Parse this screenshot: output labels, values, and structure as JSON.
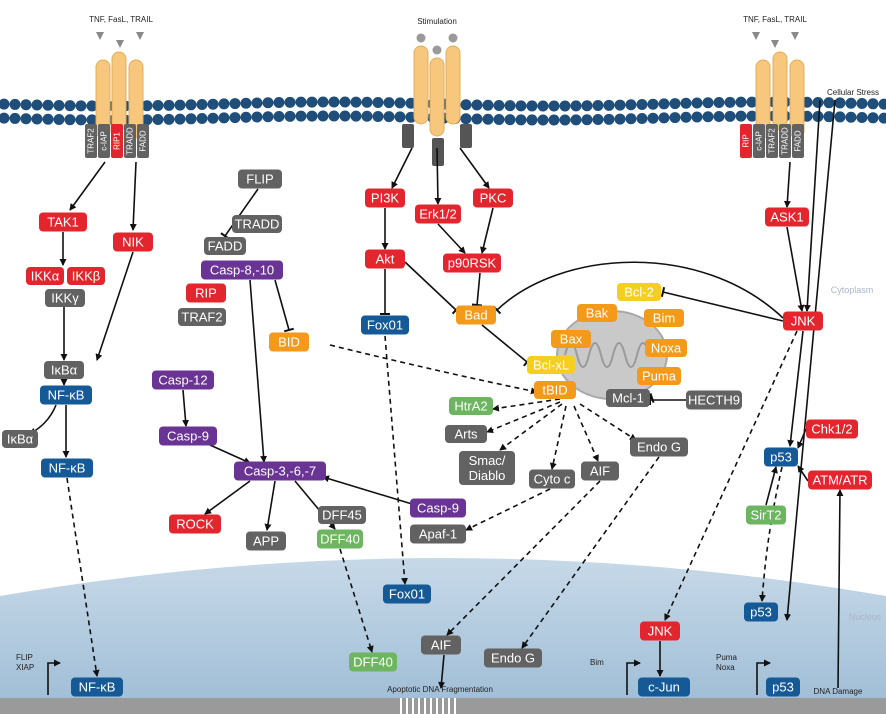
{
  "diagram": {
    "ligands": {
      "left": "TNF, FasL, TRAIL",
      "center": "Stimulation",
      "right": "TNF, FasL, TRAIL",
      "stress": "Cellular Stress"
    },
    "regions": {
      "cytoplasm": "Cytoplasm",
      "nucleus": "Nucleus"
    },
    "receptor_labels": {
      "left": [
        "TRAF2",
        "c-IAP",
        "RIP1",
        "TRADD",
        "FADD"
      ],
      "right": [
        "RIP",
        "c-IAP",
        "TRAF2",
        "TRADD",
        "FADD"
      ]
    },
    "nodes": {
      "tak1": "TAK1",
      "nik": "NIK",
      "ikka": "IKKα",
      "ikkb": "IKKβ",
      "ikkg": "IKKγ",
      "ikba1": "IκBα",
      "nfkb1": "NF-κB",
      "ikba2": "IκBα",
      "nfkb2": "NF-κB",
      "nfkb3": "NF-κB",
      "flip": "FLIP",
      "tradd": "TRADD",
      "fadd": "FADD",
      "casp810": "Casp-8,-10",
      "rip": "RIP",
      "traf2": "TRAF2",
      "bid": "BID",
      "casp12": "Casp-12",
      "casp9a": "Casp-9",
      "casp367": "Casp-3,-6,-7",
      "rock": "ROCK",
      "app": "APP",
      "dff45": "DFF45",
      "dff40a": "DFF40",
      "dff40b": "DFF40",
      "casp9b": "Casp-9",
      "apaf1": "Apaf-1",
      "pi3k": "PI3K",
      "erk12": "Erk1/2",
      "pkc": "PKC",
      "akt": "Akt",
      "p90rsk": "p90RSK",
      "bad": "Bad",
      "fox01a": "Fox01",
      "fox01b": "Fox01",
      "bak": "Bak",
      "bax": "Bax",
      "bim": "Bim",
      "noxa": "Noxa",
      "puma": "Puma",
      "bcl2": "Bcl-2",
      "bclxl": "Bcl-xL",
      "tbid": "tBID",
      "mcl1": "Mcl-1",
      "hecth9": "HECTH9",
      "htra2": "HtrA2",
      "arts": "Arts",
      "smac": "Smac/",
      "smac2": "Diablo",
      "cytoc": "Cyto c",
      "aif1": "AIF",
      "endog1": "Endo G",
      "aif2": "AIF",
      "endog2": "Endo G",
      "ask1": "ASK1",
      "jnk1": "JNK",
      "jnk2": "JNK",
      "cjun": "c-Jun",
      "chk12": "Chk1/2",
      "p53a": "p53",
      "atmatr": "ATM/ATR",
      "sirt2": "SirT2",
      "p53b": "p53",
      "p53c": "p53"
    },
    "gene_labels": {
      "flip": "FLIP",
      "xiap": "XIAP",
      "bim": "Bim",
      "puma": "Puma",
      "noxa": "Noxa",
      "dna_frag": "Apoptotic DNA Fragmentation",
      "dna_damage": "DNA Damage"
    },
    "colors": {
      "red": "#e3262e",
      "gray": "#626262",
      "orange": "#f39a1b",
      "purple": "#6a3494",
      "blue": "#155a96",
      "green": "#6db561",
      "yellow": "#f5cf1f",
      "receptor": "#f7c77d",
      "membrane_bead": "#1e4e79",
      "nucleus": "#a9c6dd"
    }
  }
}
